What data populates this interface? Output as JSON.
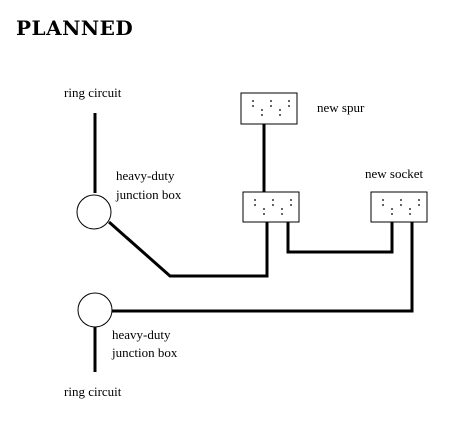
{
  "title": "PLANNED",
  "labels": {
    "ring_circuit_top": "ring circuit",
    "jbox_top_line1": "heavy-duty",
    "jbox_top_line2": "junction box",
    "new_spur": "new spur",
    "new_socket": "new socket",
    "jbox_bottom_line1": "heavy-duty",
    "jbox_bottom_line2": "junction box",
    "ring_circuit_bottom": "ring circuit"
  },
  "colors": {
    "line": "#000000",
    "background": "#ffffff"
  }
}
